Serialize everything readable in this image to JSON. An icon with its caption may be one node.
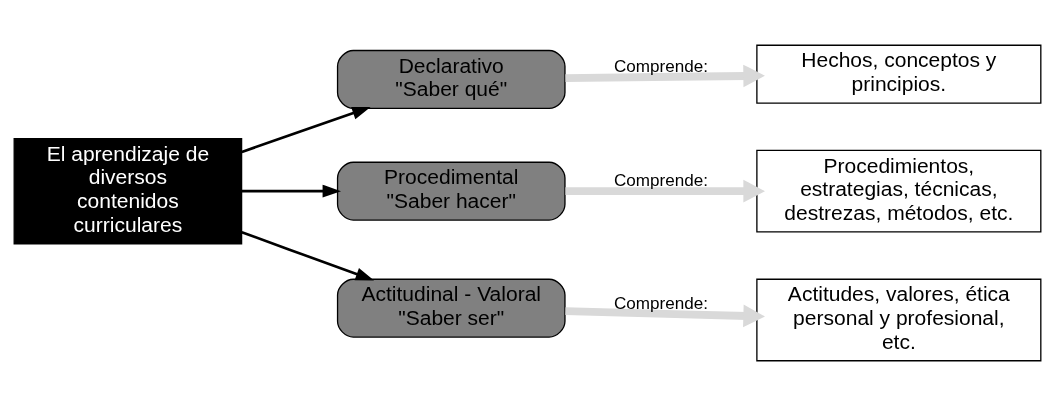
{
  "diagram": {
    "nodes": [
      {
        "text": [
          "El aprendizaje de diversos contenidos curriculares"
        ]
      },
      {
        "text": [
          "Declarativo \"Saber qué\""
        ]
      },
      {
        "text": [
          "Procedimental \"Saber hacer\""
        ]
      },
      {
        "text": [
          "Actitudinal - Valoral \"Saber ser\""
        ]
      },
      {
        "text": [
          "Hechos, conceptos y principios."
        ]
      },
      {
        "text": [
          "Procedimientos, estrategias, técnicas, destrezas, métodos, etc."
        ]
      },
      {
        "text": [
          "Actitudes, valores, ética personal y profesional, etc."
        ]
      }
    ],
    "edges": [
      {
        "from": 0,
        "to": 1,
        "arrow": "to"
      },
      {
        "from": 0,
        "to": 2,
        "arrow": "to"
      },
      {
        "from": 0,
        "to": 3,
        "arrow": "to"
      },
      {
        "from": 1,
        "to": 4,
        "arrow": "to",
        "label": "Comprende:",
        "style": "thick",
        "color": "#d9d9d9"
      },
      {
        "from": 2,
        "to": 5,
        "arrow": "to",
        "label": "Comprende:",
        "style": "thick",
        "color": "#d9d9d9"
      },
      {
        "from": 3,
        "to": 6,
        "arrow": "to",
        "label": "Comprende:",
        "style": "thick",
        "color": "#d9d9d9"
      }
    ]
  }
}
